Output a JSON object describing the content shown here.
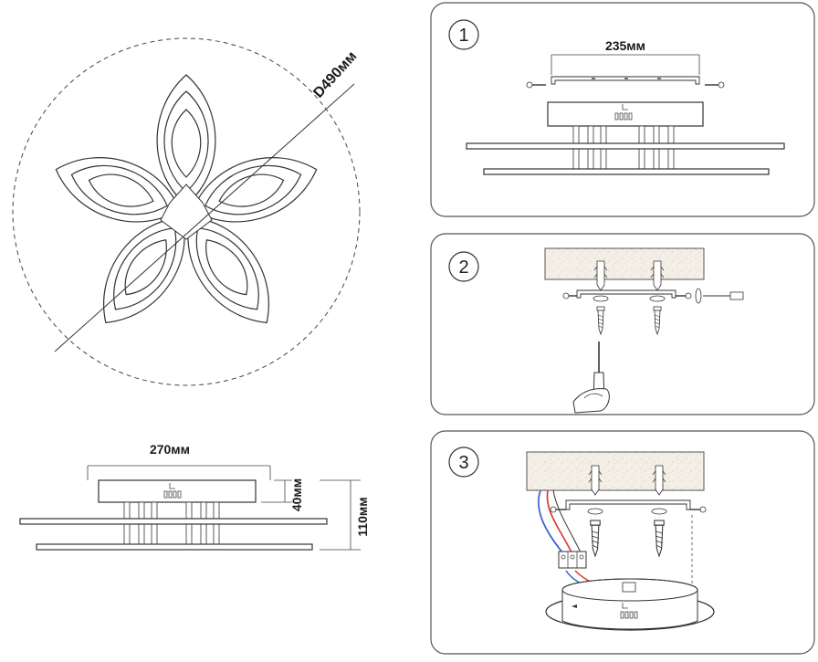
{
  "colors": {
    "wire_red": "#d9342b",
    "wire_blue": "#2f57c9",
    "line": "#333333",
    "ceiling": "#f4efe6"
  },
  "top_view": {
    "diameter_label": "D490мм"
  },
  "side_view": {
    "width_label": "270мм",
    "height_small_label": "40мм",
    "height_total_label": "110мм"
  },
  "steps": [
    {
      "number": "1",
      "bracket_label": "235мм"
    },
    {
      "number": "2"
    },
    {
      "number": "3"
    }
  ]
}
